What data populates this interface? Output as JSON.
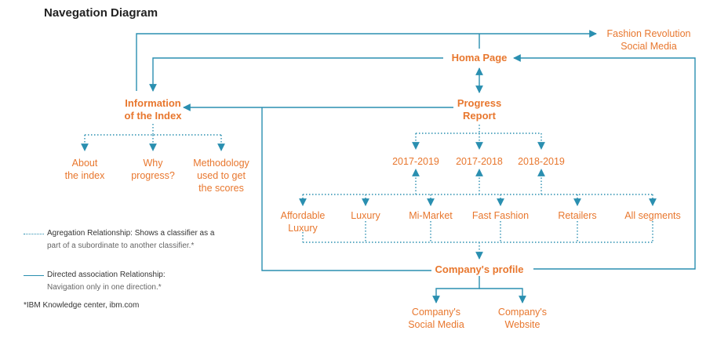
{
  "title": "Navegation Diagram",
  "nodes": {
    "fashion_revolution": [
      "Fashion Revolution",
      "Social Media"
    ],
    "homa_page": "Homa Page",
    "progress_report": [
      "Progress",
      "Report"
    ],
    "information_index": [
      "Information",
      "of the Index"
    ],
    "about_index": [
      "About",
      "the index"
    ],
    "why_progress": [
      "Why",
      "progress?"
    ],
    "methodology": [
      "Methodology",
      "used to get",
      "the scores"
    ],
    "period_2017_2019": "2017-2019",
    "period_2017_2018": "2017-2018",
    "period_2018_2019": "2018-2019",
    "affordable_luxury": [
      "Affordable",
      "Luxury"
    ],
    "luxury": "Luxury",
    "mi_market": "Mi-Market",
    "fast_fashion": "Fast Fashion",
    "retailers": "Retailers",
    "all_segments": "All segments",
    "company_profile": "Company's profile",
    "company_social_media": [
      "Company's",
      "Social Media"
    ],
    "company_website": [
      "Company's",
      "Website"
    ]
  },
  "legend": {
    "aggregation_title": "Agregation Relationship:",
    "aggregation_desc_1": "Shows a classifier as a",
    "aggregation_desc_2": "part of a subordinate to another classifier.*",
    "directed_title": "Directed association Relationship:",
    "directed_desc": "Navigation only in one direction.*",
    "footnote": "*IBM Knowledge center, ibm.com"
  },
  "colors": {
    "node_text": "#e8772e",
    "connector": "#2a8fb0",
    "title": "#222222"
  }
}
